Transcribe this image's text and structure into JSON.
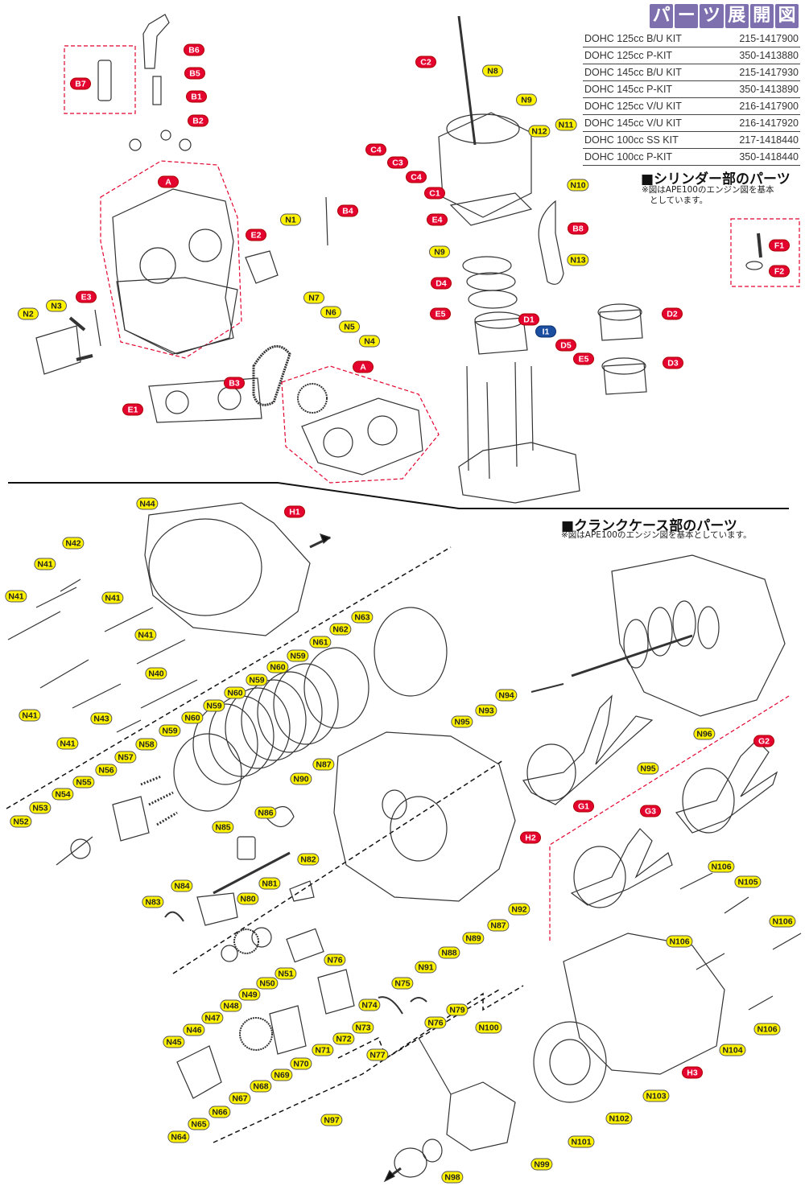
{
  "title_chars": [
    "パ",
    "ー",
    "ツ",
    "展",
    "開",
    "図"
  ],
  "kits": [
    {
      "name": "DOHC 125cc B/U KIT",
      "code": "215-1417900"
    },
    {
      "name": "DOHC 125cc P-KIT",
      "code": "350-1413880"
    },
    {
      "name": "DOHC 145cc B/U KIT",
      "code": "215-1417930"
    },
    {
      "name": "DOHC 145cc P-KIT",
      "code": "350-1413890"
    },
    {
      "name": "DOHC 125cc V/U KIT",
      "code": "216-1417900"
    },
    {
      "name": "DOHC 145cc V/U KIT",
      "code": "216-1417920"
    },
    {
      "name": "DOHC 100cc SS KIT",
      "code": "217-1418440"
    },
    {
      "name": "DOHC 100cc P-KIT",
      "code": "350-1418440"
    }
  ],
  "sections": {
    "cylinder": {
      "title": "■シリンダー部のパーツ",
      "note_line1": "※図はAPE100のエンジン図を基本",
      "note_line2": "としています。"
    },
    "crankcase": {
      "title": "■クランクケース部のパーツ",
      "note": "※図はAPE100のエンジン図を基本としています。"
    }
  },
  "colors": {
    "red_label": "#e4032e",
    "yellow_label": "#fff200",
    "blue_label": "#1b4ea0",
    "title_purple": "#7e6fae",
    "dash_red": "#e4032e"
  },
  "labels": [
    {
      "t": "B6",
      "c": "r"
    },
    {
      "t": "B7",
      "c": "r"
    },
    {
      "t": "B5",
      "c": "r"
    },
    {
      "t": "B1",
      "c": "r"
    },
    {
      "t": "B2",
      "c": "r"
    },
    {
      "t": "A",
      "c": "r"
    },
    {
      "t": "B4",
      "c": "r"
    },
    {
      "t": "E2",
      "c": "r"
    },
    {
      "t": "N1",
      "c": "n"
    },
    {
      "t": "N2",
      "c": "n"
    },
    {
      "t": "N3",
      "c": "n"
    },
    {
      "t": "E3",
      "c": "r"
    },
    {
      "t": "N7",
      "c": "n"
    },
    {
      "t": "N6",
      "c": "n"
    },
    {
      "t": "N5",
      "c": "n"
    },
    {
      "t": "N4",
      "c": "n"
    },
    {
      "t": "B3",
      "c": "r"
    },
    {
      "t": "A",
      "c": "r"
    },
    {
      "t": "E1",
      "c": "r"
    },
    {
      "t": "C2",
      "c": "r"
    },
    {
      "t": "N8",
      "c": "n"
    },
    {
      "t": "N9",
      "c": "n"
    },
    {
      "t": "N12",
      "c": "n"
    },
    {
      "t": "N11",
      "c": "n"
    },
    {
      "t": "C4",
      "c": "r"
    },
    {
      "t": "C3",
      "c": "r"
    },
    {
      "t": "C4",
      "c": "r"
    },
    {
      "t": "N10",
      "c": "n"
    },
    {
      "t": "C1",
      "c": "r"
    },
    {
      "t": "E4",
      "c": "r"
    },
    {
      "t": "B8",
      "c": "r"
    },
    {
      "t": "N9",
      "c": "n"
    },
    {
      "t": "N13",
      "c": "n"
    },
    {
      "t": "D4",
      "c": "r"
    },
    {
      "t": "E5",
      "c": "r"
    },
    {
      "t": "D1",
      "c": "r"
    },
    {
      "t": "I1",
      "c": "b"
    },
    {
      "t": "D5",
      "c": "r"
    },
    {
      "t": "E5",
      "c": "r"
    },
    {
      "t": "D2",
      "c": "r"
    },
    {
      "t": "D3",
      "c": "r"
    },
    {
      "t": "F1",
      "c": "r"
    },
    {
      "t": "F2",
      "c": "r"
    },
    {
      "t": "N44",
      "c": "n"
    },
    {
      "t": "H1",
      "c": "r"
    },
    {
      "t": "N42",
      "c": "n"
    },
    {
      "t": "N41",
      "c": "n"
    },
    {
      "t": "N41",
      "c": "n"
    },
    {
      "t": "N41",
      "c": "n"
    },
    {
      "t": "N41",
      "c": "n"
    },
    {
      "t": "N40",
      "c": "n"
    },
    {
      "t": "N41",
      "c": "n"
    },
    {
      "t": "N41",
      "c": "n"
    },
    {
      "t": "N43",
      "c": "n"
    },
    {
      "t": "N63",
      "c": "n"
    },
    {
      "t": "N62",
      "c": "n"
    },
    {
      "t": "N61",
      "c": "n"
    },
    {
      "t": "N59",
      "c": "n"
    },
    {
      "t": "N60",
      "c": "n"
    },
    {
      "t": "N59",
      "c": "n"
    },
    {
      "t": "N60",
      "c": "n"
    },
    {
      "t": "N59",
      "c": "n"
    },
    {
      "t": "N60",
      "c": "n"
    },
    {
      "t": "N59",
      "c": "n"
    },
    {
      "t": "N58",
      "c": "n"
    },
    {
      "t": "N57",
      "c": "n"
    },
    {
      "t": "N56",
      "c": "n"
    },
    {
      "t": "N55",
      "c": "n"
    },
    {
      "t": "N54",
      "c": "n"
    },
    {
      "t": "N53",
      "c": "n"
    },
    {
      "t": "N52",
      "c": "n"
    },
    {
      "t": "N87",
      "c": "n"
    },
    {
      "t": "N90",
      "c": "n"
    },
    {
      "t": "N86",
      "c": "n"
    },
    {
      "t": "N85",
      "c": "n"
    },
    {
      "t": "N82",
      "c": "n"
    },
    {
      "t": "N84",
      "c": "n"
    },
    {
      "t": "N81",
      "c": "n"
    },
    {
      "t": "N80",
      "c": "n"
    },
    {
      "t": "N83",
      "c": "n"
    },
    {
      "t": "N94",
      "c": "n"
    },
    {
      "t": "N93",
      "c": "n"
    },
    {
      "t": "N95",
      "c": "n"
    },
    {
      "t": "N96",
      "c": "n"
    },
    {
      "t": "N95",
      "c": "n"
    },
    {
      "t": "G1",
      "c": "r"
    },
    {
      "t": "G2",
      "c": "r"
    },
    {
      "t": "G3",
      "c": "r"
    },
    {
      "t": "H2",
      "c": "r"
    },
    {
      "t": "N92",
      "c": "n"
    },
    {
      "t": "N87",
      "c": "n"
    },
    {
      "t": "N89",
      "c": "n"
    },
    {
      "t": "N88",
      "c": "n"
    },
    {
      "t": "N91",
      "c": "n"
    },
    {
      "t": "N76",
      "c": "n"
    },
    {
      "t": "N75",
      "c": "n"
    },
    {
      "t": "N74",
      "c": "n"
    },
    {
      "t": "N79",
      "c": "n"
    },
    {
      "t": "N76",
      "c": "n"
    },
    {
      "t": "N73",
      "c": "n"
    },
    {
      "t": "N72",
      "c": "n"
    },
    {
      "t": "N71",
      "c": "n"
    },
    {
      "t": "N70",
      "c": "n"
    },
    {
      "t": "N69",
      "c": "n"
    },
    {
      "t": "N68",
      "c": "n"
    },
    {
      "t": "N67",
      "c": "n"
    },
    {
      "t": "N66",
      "c": "n"
    },
    {
      "t": "N65",
      "c": "n"
    },
    {
      "t": "N64",
      "c": "n"
    },
    {
      "t": "N45",
      "c": "n"
    },
    {
      "t": "N46",
      "c": "n"
    },
    {
      "t": "N47",
      "c": "n"
    },
    {
      "t": "N48",
      "c": "n"
    },
    {
      "t": "N49",
      "c": "n"
    },
    {
      "t": "N50",
      "c": "n"
    },
    {
      "t": "N51",
      "c": "n"
    },
    {
      "t": "N77",
      "c": "n"
    },
    {
      "t": "N100",
      "c": "n"
    },
    {
      "t": "N106",
      "c": "n"
    },
    {
      "t": "N105",
      "c": "n"
    },
    {
      "t": "N106",
      "c": "n"
    },
    {
      "t": "N106",
      "c": "n"
    },
    {
      "t": "N106",
      "c": "n"
    },
    {
      "t": "N104",
      "c": "n"
    },
    {
      "t": "H3",
      "c": "r"
    },
    {
      "t": "N103",
      "c": "n"
    },
    {
      "t": "N102",
      "c": "n"
    },
    {
      "t": "N101",
      "c": "n"
    },
    {
      "t": "N97",
      "c": "n"
    },
    {
      "t": "N98",
      "c": "n"
    },
    {
      "t": "N99",
      "c": "n"
    }
  ]
}
